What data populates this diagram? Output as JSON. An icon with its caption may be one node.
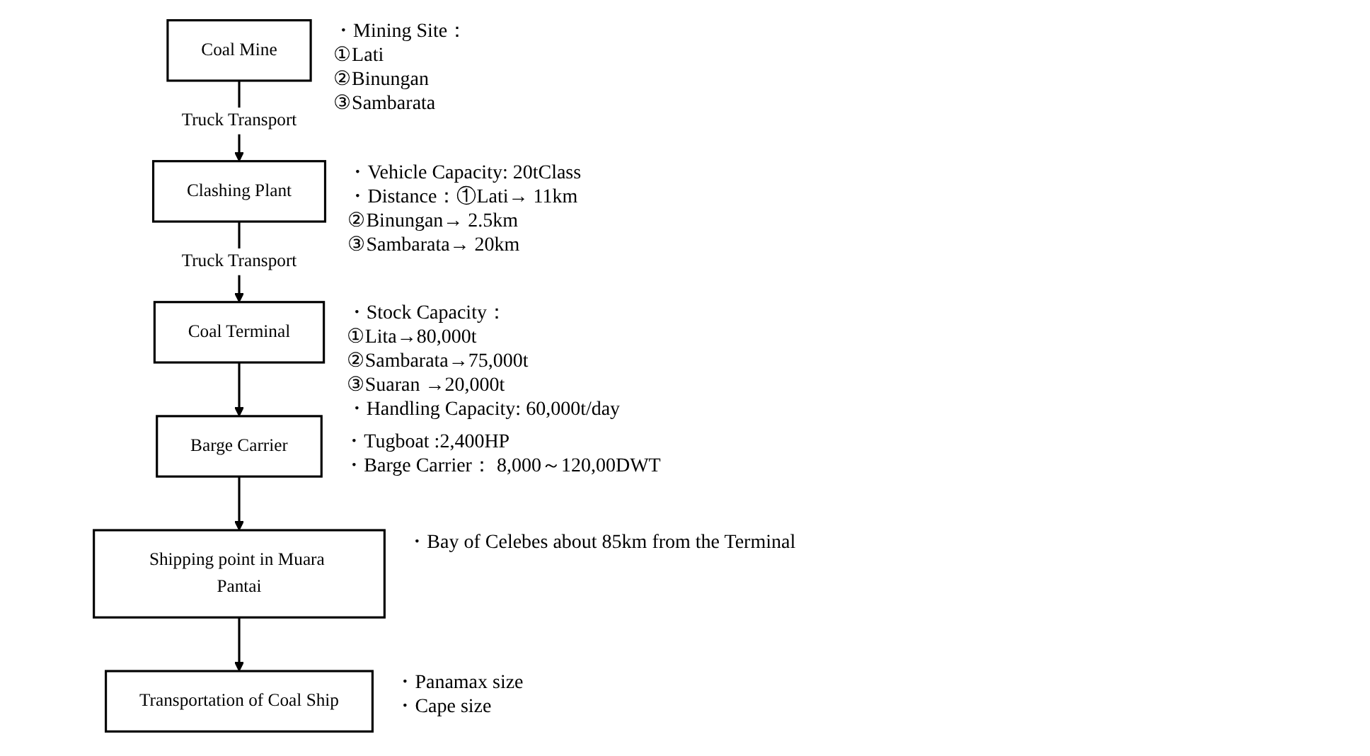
{
  "diagram": {
    "nodes": [
      {
        "text": [
          "Coal Mine"
        ],
        "beside": [
          "・Mining Site：",
          "①Lati",
          "②Binungan",
          "③Sambarata"
        ]
      },
      {
        "text": [
          "Clashing Plant"
        ],
        "beside": [
          "・Vehicle Capacity: 20tClass",
          "・Distance：①Lati→ 11km",
          "②Binungan→ 2.5km",
          "③Sambarata→ 20km"
        ]
      },
      {
        "text": [
          "Coal Terminal"
        ],
        "beside": [
          "・Stock Capacity：",
          "①Lita→80,000t",
          "②Sambarata→75,000t",
          "③Suaran →20,000t",
          "・Handling Capacity: 60,000t/day"
        ]
      },
      {
        "text": [
          "Barge Carrier"
        ],
        "beside": [
          "・Tugboat :2,400HP",
          "・Barge Carrier： 8,000～120,00DWT"
        ]
      },
      {
        "text": [
          "Shipping point in Muara Pantai"
        ],
        "beside": [
          "・Bay of Celebes about 85km from the Terminal"
        ]
      },
      {
        "text": [
          "Transportation of Coal Ship"
        ],
        "beside": [
          "・Panamax size",
          "・Cape size"
        ]
      }
    ],
    "edges": [
      {
        "from": 0,
        "to": 1,
        "arrow": "to",
        "label": "Truck Transport"
      },
      {
        "from": 1,
        "to": 2,
        "arrow": "to",
        "label": "Truck Transport"
      },
      {
        "from": 2,
        "to": 3,
        "arrow": "to"
      },
      {
        "from": 3,
        "to": 4,
        "arrow": "to"
      },
      {
        "from": 4,
        "to": 5,
        "arrow": "to"
      }
    ]
  }
}
